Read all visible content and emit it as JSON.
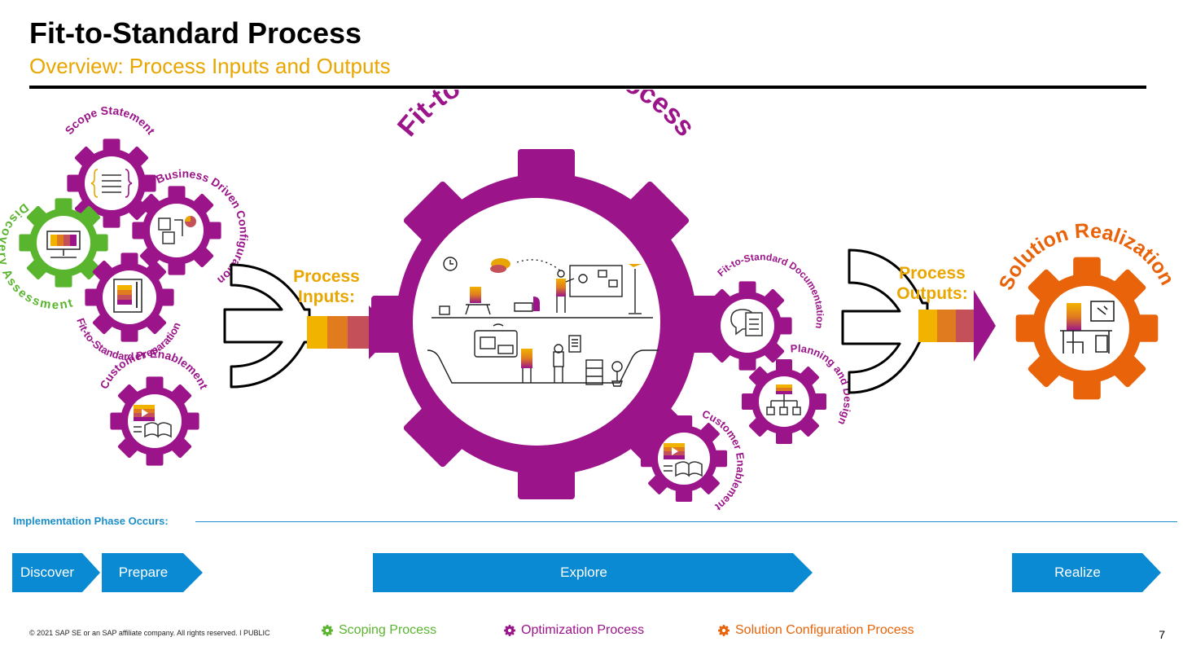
{
  "header": {
    "title": "Fit-to-Standard Process",
    "subtitle": "Overview: Process Inputs and Outputs"
  },
  "diagram": {
    "center_title": "Fit-to-Standard Process",
    "inputs_label_1": "Process",
    "inputs_label_2": "Inputs:",
    "outputs_label_1": "Process",
    "outputs_label_2": "Outputs:",
    "result_title": "Solution Realization",
    "input_gears": {
      "scope": "Scope Statement",
      "business": "Business Driven Configuration",
      "discovery": "Discovery Assessment",
      "preparation": "Fit-to-Standard Preparation",
      "enablement": "Customer Enablement"
    },
    "output_gears": {
      "documentation": "Fit-to-Standard Documentation",
      "planning": "Planning and Design",
      "enablement": "Customer Enablement"
    },
    "colors": {
      "purple": "#9b1489",
      "green": "#5ab52e",
      "orange": "#e8630a",
      "gold": "#e9a600",
      "blue": "#0a8ad3"
    }
  },
  "phases": {
    "label": "Implementation Phase Occurs:",
    "discover": "Discover",
    "prepare": "Prepare",
    "explore": "Explore",
    "realize": "Realize"
  },
  "footer": {
    "copyright": "© 2021 SAP SE or an SAP affiliate company. All rights reserved.  ǀ  PUBLIC",
    "legend_scoping": "Scoping Process",
    "legend_optimization": "Optimization Process",
    "legend_configuration": "Solution Configuration Process",
    "page_number": "7"
  }
}
